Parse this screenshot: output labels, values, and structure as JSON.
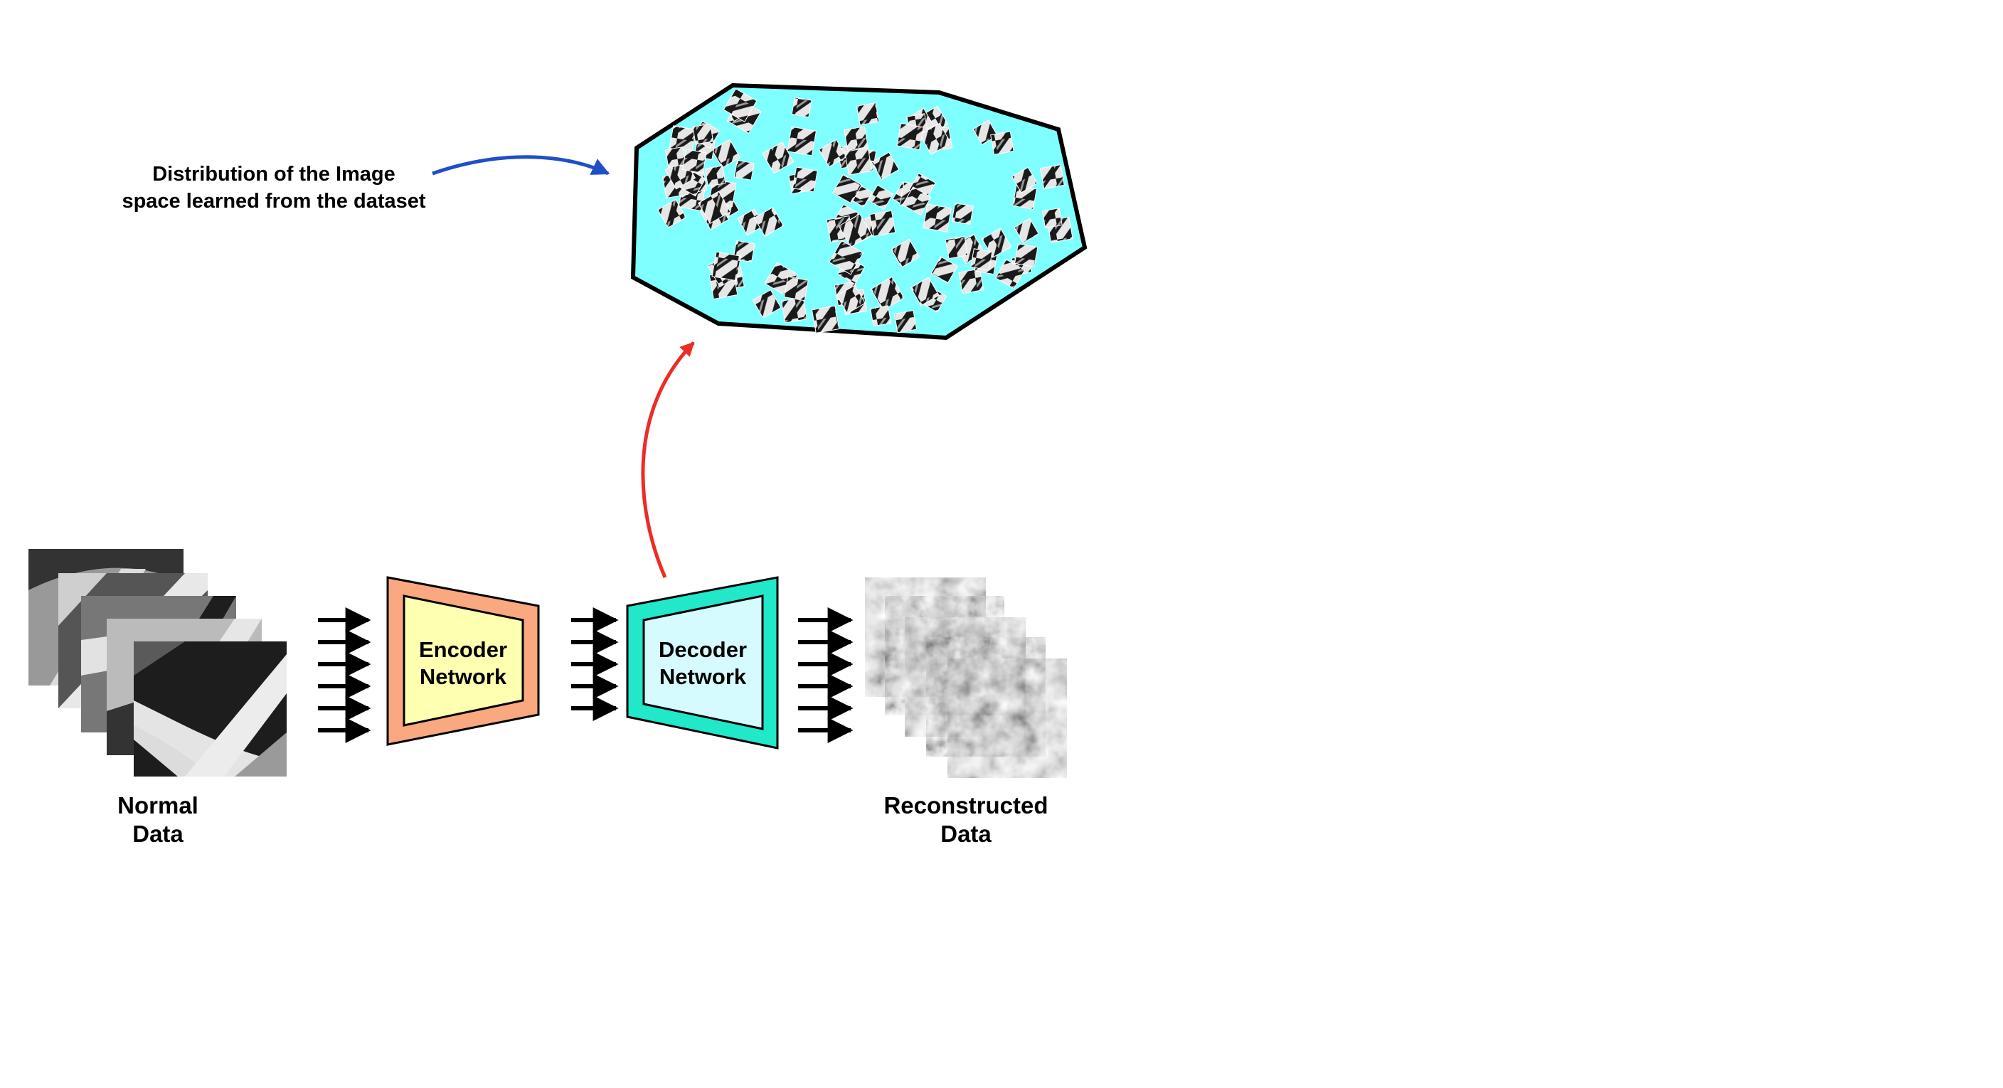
{
  "caption": {
    "line1": "Distribution of the Image",
    "line2": "space learned from the dataset"
  },
  "encoder": {
    "line1": "Encoder",
    "line2": "Network"
  },
  "decoder": {
    "line1": "Decoder",
    "line2": "Network"
  },
  "input_label": {
    "line1": "Normal",
    "line2": "Data"
  },
  "output_label": {
    "line1": "Reconstructed",
    "line2": "Data"
  },
  "colors": {
    "distribution_fill": "#7fffff",
    "encoder_outer": "#f9a87f",
    "encoder_inner": "#ffffb2",
    "decoder_outer": "#20e8c8",
    "decoder_inner": "#d6fbff",
    "caption_arrow": "#1f4fc8",
    "latent_arrow": "#ee2b24"
  },
  "icons": [
    "image-stack-icon",
    "arrow-bundle-icon",
    "sample-patch-icon"
  ]
}
